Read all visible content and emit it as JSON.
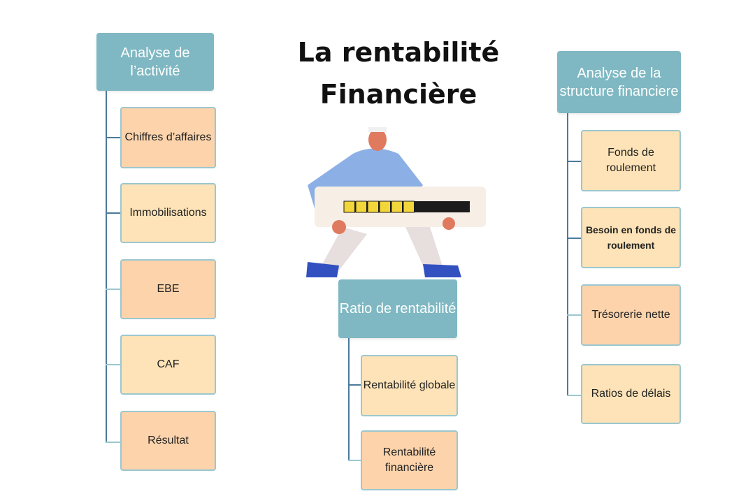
{
  "title": {
    "line1": "La rentabilité",
    "line2": "Financière"
  },
  "branches": {
    "left": {
      "header": "Analyse de l’activité",
      "items": [
        "Chiffres d’affaires",
        "Immobilisations",
        "EBE",
        "CAF",
        "Résultat"
      ]
    },
    "center": {
      "header": "Ratio de rentabilité",
      "items": [
        "Rentabilité globale",
        "Rentabilité financière"
      ]
    },
    "right": {
      "header": "Analyse de la structure financiere",
      "items": [
        "Fonds de roulement",
        "Besoin en fonds de roulement",
        "Trésorerie nette",
        "Ratios de délais"
      ]
    }
  },
  "colors": {
    "header": "#7fb8c2",
    "box_light": "#fde3b7",
    "box_dark": "#fcd3ab",
    "connector": "#4b7a9a"
  },
  "illustration": {
    "icon": "person-carrying-progress-bar-icon",
    "progress": 0.55
  }
}
